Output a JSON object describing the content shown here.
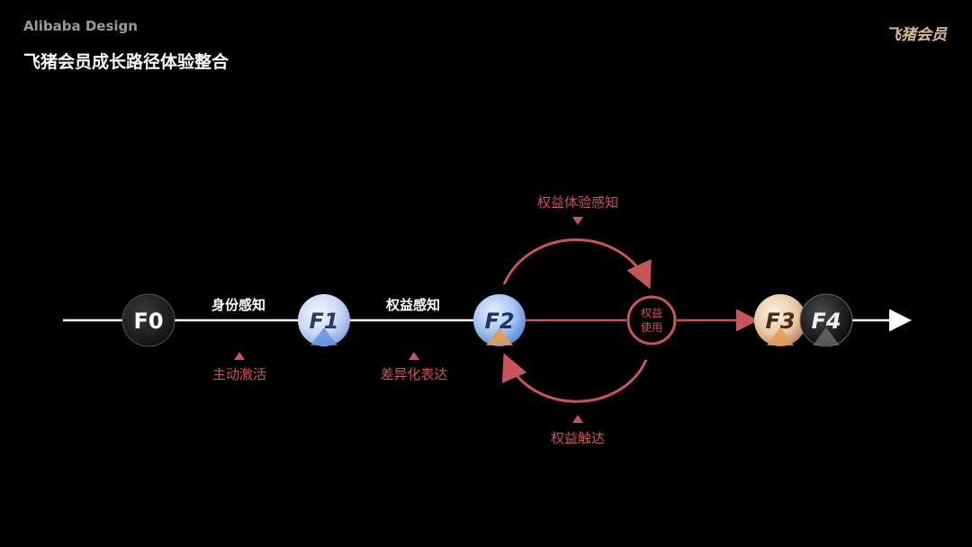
{
  "header": {
    "brand": "Alibaba Design",
    "title": "飞猪会员成长路径体验整合",
    "logo": "飞猪会员"
  },
  "nodes": [
    {
      "id": "F0",
      "label": "F0"
    },
    {
      "id": "F1",
      "label": "F1"
    },
    {
      "id": "F2",
      "label": "F2"
    },
    {
      "id": "F3",
      "label": "F3"
    },
    {
      "id": "F4",
      "label": "F4"
    }
  ],
  "segments": {
    "f0_f1": "身份感知",
    "f1_f2": "权益感知"
  },
  "triggers": {
    "f0_f1": "主动激活",
    "f1_f2": "差异化表达"
  },
  "loop": {
    "top": "权益体验感知",
    "bottom": "权益触达",
    "hub_line1": "权益",
    "hub_line2": "使用"
  },
  "colors": {
    "accent": "#c8555c",
    "background": "#000000",
    "line": "#ffffff"
  }
}
